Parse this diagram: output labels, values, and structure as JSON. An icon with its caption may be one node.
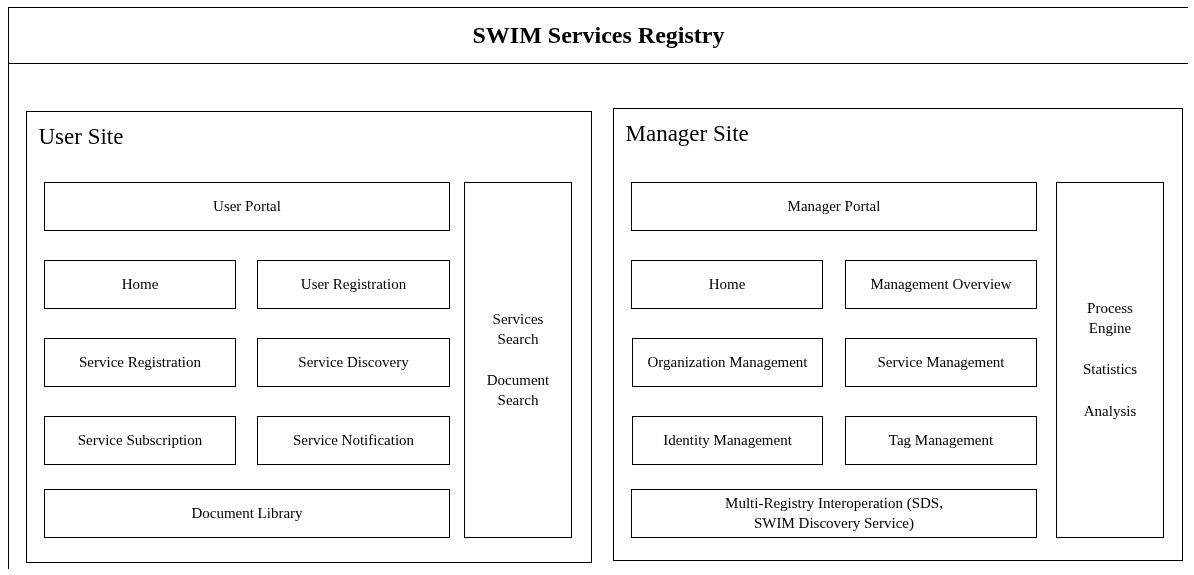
{
  "diagram": {
    "nodes": [
      {
        "text": [
          "SWIM Services Registry"
        ]
      },
      {
        "text": [
          "User Site"
        ],
        "in": 0
      },
      {
        "text": [
          "User Portal"
        ],
        "in": 1
      },
      {
        "text": [
          "Home"
        ],
        "in": 1
      },
      {
        "text": [
          "User Registration"
        ],
        "in": 1
      },
      {
        "text": [
          "Service Registration"
        ],
        "in": 1
      },
      {
        "text": [
          "Service Discovery"
        ],
        "in": 1
      },
      {
        "text": [
          "Service Subscription"
        ],
        "in": 1
      },
      {
        "text": [
          "Service Notification"
        ],
        "in": 1
      },
      {
        "text": [
          "Document Library"
        ],
        "in": 1
      },
      {
        "text": [
          "Services Search",
          "Document Search"
        ],
        "in": 1
      },
      {
        "text": [
          "Manager Site"
        ],
        "in": 0
      },
      {
        "text": [
          "Manager Portal"
        ],
        "in": 11
      },
      {
        "text": [
          "Home"
        ],
        "in": 11
      },
      {
        "text": [
          "Management Overview"
        ],
        "in": 11
      },
      {
        "text": [
          "Organization Management"
        ],
        "in": 11
      },
      {
        "text": [
          "Service Management"
        ],
        "in": 11
      },
      {
        "text": [
          "Identity Management"
        ],
        "in": 11
      },
      {
        "text": [
          "Tag Management"
        ],
        "in": 11
      },
      {
        "text": [
          "Multi-Registry Interoperation (SDS, SWIM Discovery Service)"
        ],
        "in": 11
      },
      {
        "text": [
          "Process Engine",
          "Statistics",
          "Analysis"
        ],
        "in": 11
      }
    ]
  }
}
